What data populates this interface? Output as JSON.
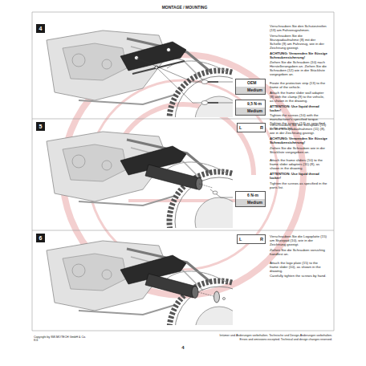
{
  "diagram": {
    "nodes": [
      {
        "text": [
          "4"
        ]
      },
      {
        "text": [
          "OEM",
          "Medium"
        ]
      },
      {
        "text": [
          "9,5 N·m",
          "Medium"
        ]
      },
      {
        "text": [
          "5"
        ]
      },
      {
        "text": [
          "L",
          "R"
        ]
      },
      {
        "text": [
          "6 N·m",
          "Medium"
        ]
      },
      {
        "text": [
          "6"
        ]
      },
      {
        "text": [
          "L",
          "R"
        ]
      }
    ],
    "labels": [
      "MONTAGE / MOUNTING",
      "Verschrauben Sie den Schutzstreifen (13) am Fahrzeugrahmen.",
      "Verschrauben Sie die Sturzpadaufnahme (8) mit der Schelle (9) am Fahrzeug, wie in der Zeichnung gezeigt.",
      "ACHTUNG: Verwenden Sie flüssige Schraubensicherung!",
      "Ziehen Sie die Schrauben (10) nach Herstellerangaben an. Ziehen Sie die Schrauben (12) wie in der Stückliste vorgegeben an.",
      "Fixate the protection strip (13) to the frame of the vehicle.",
      "Attach the frame slider wall adapter (8) with the clamp (9) to the vehicle, as shown in the drawing.",
      "ATTENTION: Use liquid thread locker!",
      "Tighten the screws (10) with the manufacturer's specified torque. Tighten the screws (12) as specified in the parts list.",
      "Verschrauben Sie die Sturzpads (10) an den Sturzpadaufnahmen (11) (8), wie in der Zeichnung gezeigt.",
      "ACHTUNG: Verwenden Sie flüssige Schraubensicherung!",
      "Ziehen Sie die Schrauben wie in der Stückliste vorgegeben an.",
      "Attach the frame sliders (10) to the frame slider adapters (11) (8), as shown in the drawing.",
      "ATTENTION: Use liquid thread locker!",
      "Tighten the screws as specified in the parts list.",
      "Verschrauben Sie die Logoplatte (15) am Sturzpad (10), wie in der Zeichnung gezeigt.",
      "Ziehen Sie die Schrauben vorsichtig handfest an.",
      "Attach the logo plate (15) to the frame slider (10), as shown in the drawing.",
      "Carefully tighten the screws by hand.",
      "Copyright by SW-MOTECH GmbH & Co. KG",
      "Irrtümer und Änderungen vorbehalten. Technische und Design-Änderungen vorbehalten.",
      "Errors and omissions excepted. Technical and design changes reserved.",
      "4"
    ]
  }
}
